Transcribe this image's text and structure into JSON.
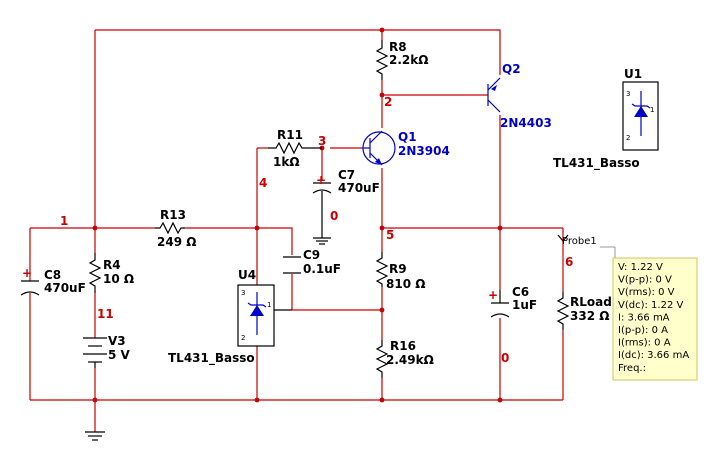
{
  "components": {
    "R8": {
      "ref": "R8",
      "value": "2.2kΩ"
    },
    "Q2": {
      "ref": "Q2",
      "model": "2N4403"
    },
    "U1": {
      "ref": "U1",
      "model": "TL431_Basso",
      "pin1": "1",
      "pin2": "2",
      "pin3": "3"
    },
    "Q1": {
      "ref": "Q1",
      "model": "2N3904"
    },
    "R11": {
      "ref": "R11",
      "value": "1kΩ"
    },
    "C7": {
      "ref": "C7",
      "value": "470uF"
    },
    "R13": {
      "ref": "R13",
      "value": "249 Ω"
    },
    "C8": {
      "ref": "C8",
      "value": "470uF"
    },
    "R4": {
      "ref": "R4",
      "value": "10 Ω"
    },
    "V3": {
      "ref": "V3",
      "value": "5 V"
    },
    "U4": {
      "ref": "U4",
      "model": "TL431_Basso",
      "pin1": "1",
      "pin2": "2",
      "pin3": "3"
    },
    "C9": {
      "ref": "C9",
      "value": "0.1uF"
    },
    "R9": {
      "ref": "R9",
      "value": "810 Ω"
    },
    "R16": {
      "ref": "R16",
      "value": "2.49kΩ"
    },
    "C6": {
      "ref": "C6",
      "value": "1uF"
    },
    "RLoad": {
      "ref": "RLoad",
      "value": "332 Ω"
    }
  },
  "nets": {
    "n0a": "0",
    "n0b": "0",
    "n1": "1",
    "n2": "2",
    "n3": "3",
    "n4": "4",
    "n5": "5",
    "n6": "6",
    "n11": "11"
  },
  "polarity": {
    "plus": "+"
  },
  "probe": {
    "name": "Probe1",
    "lines": [
      "V: 1.22 V",
      "V(p-p): 0 V",
      "V(rms): 0 V",
      "V(dc): 1.22 V",
      "I: 3.66 mA",
      "I(p-p): 0 A",
      "I(rms): 0 A",
      "I(dc): 3.66 mA",
      "Freq.:"
    ]
  },
  "colors": {
    "wire": "#cc0000",
    "component": "#000000",
    "transistor": "#0000cc",
    "probe_bg": "#ffffcc"
  }
}
